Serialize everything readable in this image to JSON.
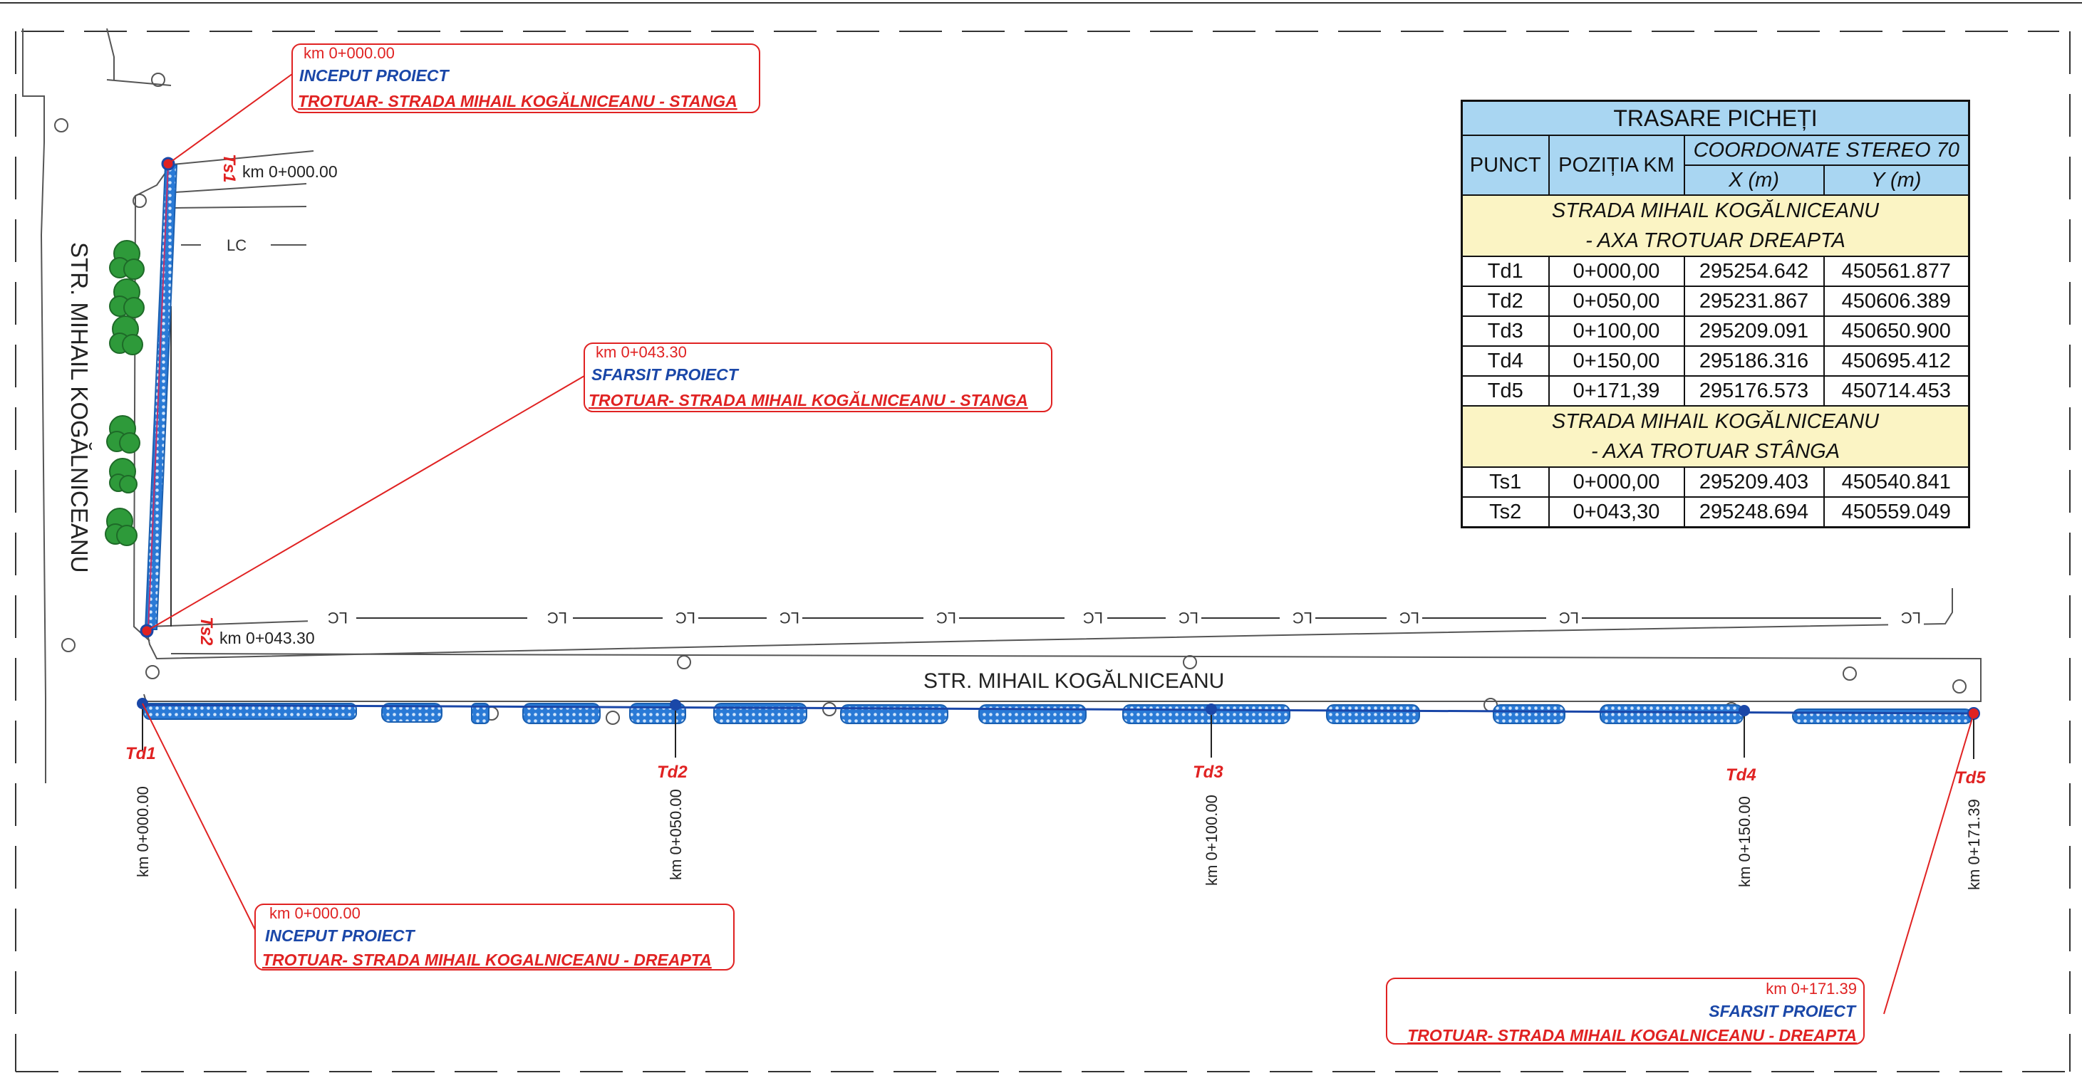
{
  "colors": {
    "annotation_red": "#e02222",
    "annotation_blue": "#1a47a8",
    "sidewalk_blue": "#2a7ad6",
    "tree_green": "#2e9a3a",
    "table_header_blue": "#a9d6f2",
    "table_section_yellow": "#fbf4c4"
  },
  "streets": {
    "vertical_name": "STR. MIHAIL KOGĂLNICEANU",
    "horizontal_name": "STR. MIHAIL KOGĂLNICEANU",
    "lc_marker": "LC"
  },
  "left_sidewalk": {
    "start_point": "Ts1",
    "start_km": "km 0+000.00",
    "end_point": "Ts2",
    "end_km": "km 0+043.30"
  },
  "callouts": [
    {
      "km": "km 0+000.00",
      "status": "INCEPUT PROIECT",
      "desc": "TROTUAR- STRADA MIHAIL KOGĂLNICEANU - STANGA"
    },
    {
      "km": "km 0+043.30",
      "status": "SFARSIT PROIECT",
      "desc": "TROTUAR- STRADA MIHAIL KOGĂLNICEANU - STANGA"
    },
    {
      "km": "km 0+000.00",
      "status": "INCEPUT PROIECT",
      "desc": "TROTUAR- STRADA MIHAIL KOGALNICEANU - DREAPTA"
    },
    {
      "km": "km 0+171.39",
      "status": "SFARSIT PROIECT",
      "desc": "TROTUAR- STRADA MIHAIL KOGALNICEANU - DREAPTA"
    }
  ],
  "right_pickets": [
    {
      "name": "Td1",
      "km": "km 0+000.00"
    },
    {
      "name": "Td2",
      "km": "km 0+050.00"
    },
    {
      "name": "Td3",
      "km": "km 0+100.00"
    },
    {
      "name": "Td4",
      "km": "km 0+150.00"
    },
    {
      "name": "Td5",
      "km": "km 0+171.39"
    }
  ],
  "table": {
    "title": "TRASARE PICHEȚI",
    "col_punct": "PUNCT",
    "col_pozitia": "POZIȚIA KM",
    "col_coord": "COORDONATE STEREO 70",
    "col_x": "X (m)",
    "col_y": "Y (m)",
    "section1_line1": "STRADA MIHAIL KOGĂLNICEANU",
    "section1_line2": "- AXA TROTUAR DREAPTA",
    "section2_line1": "STRADA MIHAIL KOGĂLNICEANU",
    "section2_line2": "- AXA TROTUAR STÂNGA",
    "rows_dreapta": [
      [
        "Td1",
        "0+000,00",
        "295254.642",
        "450561.877"
      ],
      [
        "Td2",
        "0+050,00",
        "295231.867",
        "450606.389"
      ],
      [
        "Td3",
        "0+100,00",
        "295209.091",
        "450650.900"
      ],
      [
        "Td4",
        "0+150,00",
        "295186.316",
        "450695.412"
      ],
      [
        "Td5",
        "0+171,39",
        "295176.573",
        "450714.453"
      ]
    ],
    "rows_stanga": [
      [
        "Ts1",
        "0+000,00",
        "295209.403",
        "450540.841"
      ],
      [
        "Ts2",
        "0+043,30",
        "295248.694",
        "450559.049"
      ]
    ]
  }
}
